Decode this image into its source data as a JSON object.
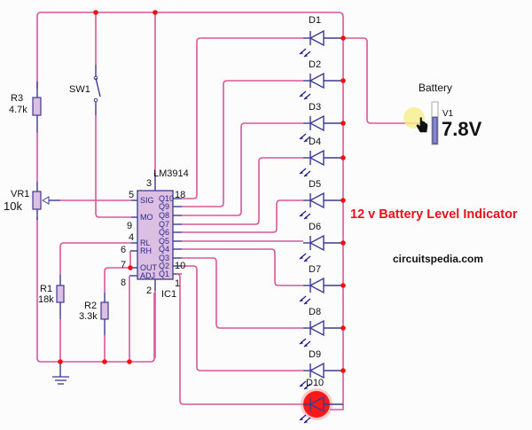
{
  "title": "12 v Battery Level Indicator",
  "website": "circuitspedia.com",
  "colors": {
    "wire": "#d6589a",
    "junction": "#ee1111",
    "component": "#3b3b8f",
    "component_fill": "#dcbfe3",
    "title": "#e8121e",
    "lit_led": "#ff1a1a"
  },
  "battery": {
    "label": "Battery",
    "name": "V1",
    "voltage": "7.8V"
  },
  "switch": {
    "name": "SW1"
  },
  "resistors": [
    {
      "name": "R3",
      "value": "4.7k"
    },
    {
      "name": "R1",
      "value": "18k"
    },
    {
      "name": "R2",
      "value": "3.3k"
    }
  ],
  "pot": {
    "name": "VR1",
    "value": "10k"
  },
  "ic": {
    "part": "LM3914",
    "ref": "IC1",
    "top_pin": "3",
    "bottom_pin": "2",
    "left_pins": [
      {
        "label": "SIG",
        "num": "5"
      },
      {
        "label": "MO",
        "num": "9"
      },
      {
        "label": "RL",
        "num": "4"
      },
      {
        "label": "RH",
        "num": "6"
      },
      {
        "label": "OUT",
        "num": "7"
      },
      {
        "label": "ADJ",
        "num": "8"
      }
    ],
    "right_pins": [
      "Q10",
      "Q9",
      "Q8",
      "Q7",
      "Q6",
      "Q5",
      "Q4",
      "Q3",
      "Q2",
      "Q1"
    ],
    "right_pin_nums": {
      "Q10": "18",
      "Q2": "10",
      "Q1": "1"
    }
  },
  "leds": [
    {
      "name": "D1",
      "lit": false
    },
    {
      "name": "D2",
      "lit": false
    },
    {
      "name": "D3",
      "lit": false
    },
    {
      "name": "D4",
      "lit": false
    },
    {
      "name": "D5",
      "lit": false
    },
    {
      "name": "D6",
      "lit": false
    },
    {
      "name": "D7",
      "lit": false
    },
    {
      "name": "D8",
      "lit": false
    },
    {
      "name": "D9",
      "lit": false
    },
    {
      "name": "D10",
      "lit": true
    }
  ],
  "cursor": {
    "icon": "hand-pointer-icon"
  }
}
